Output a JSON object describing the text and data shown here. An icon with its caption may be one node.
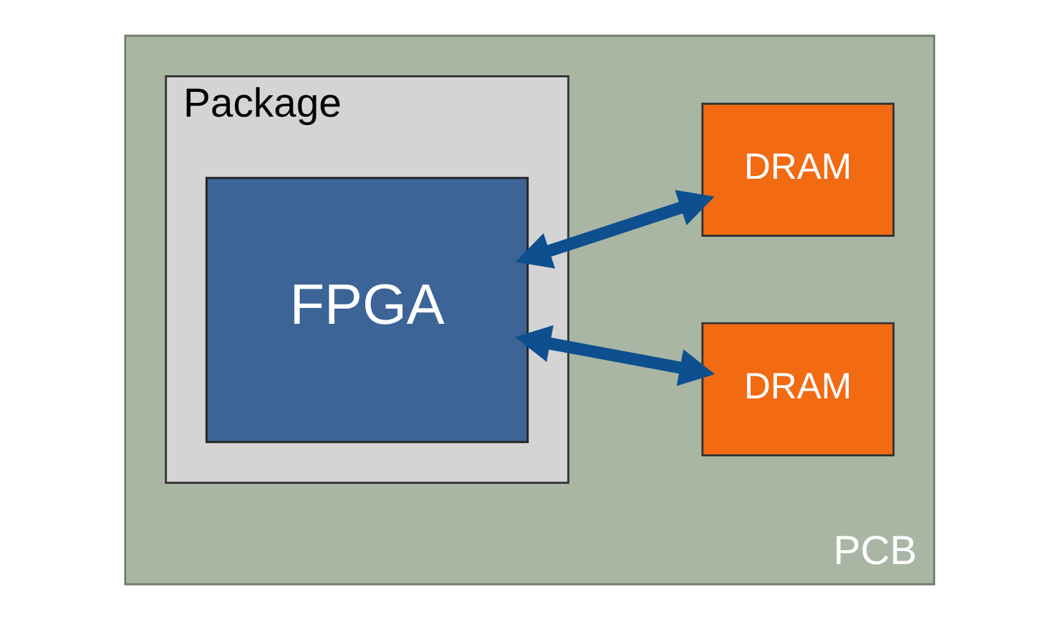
{
  "diagram": {
    "nodes": [
      {
        "text": [
          "PCB"
        ]
      },
      {
        "text": [
          "Package"
        ],
        "in": 0
      },
      {
        "text": [
          "FPGA"
        ],
        "in": 1
      },
      {
        "text": [
          "DRAM"
        ],
        "in": 0
      },
      {
        "text": [
          "DRAM"
        ],
        "in": 0
      }
    ],
    "edges": [
      {
        "from": 2,
        "to": 3,
        "arrow": "both"
      },
      {
        "from": 2,
        "to": 4,
        "arrow": "both"
      }
    ]
  }
}
